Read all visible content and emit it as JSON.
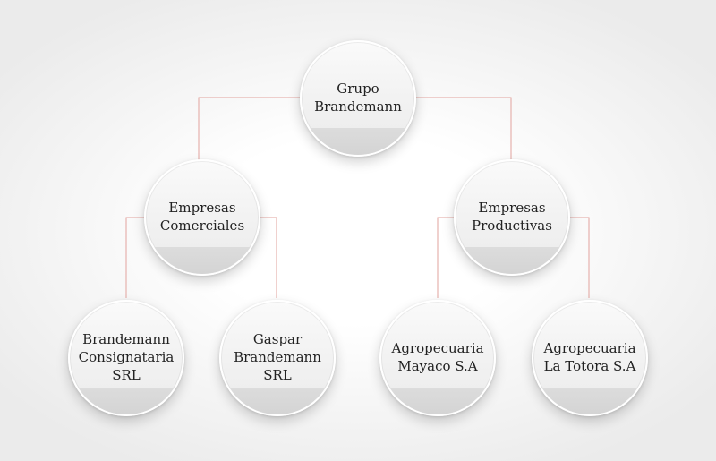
{
  "org_chart": {
    "root": {
      "label": "Grupo\nBrandemann"
    },
    "branches": [
      {
        "label": "Empresas\nComerciales",
        "children": [
          {
            "label": "Brandemann\nConsignataria\nSRL"
          },
          {
            "label": "Gaspar\nBrandemann\nSRL"
          }
        ]
      },
      {
        "label": "Empresas\nProductivas",
        "children": [
          {
            "label": "Agropecuaria\nMayaco S.A"
          },
          {
            "label": "Agropecuaria\nLa Totora S.A"
          }
        ]
      }
    ],
    "colors": {
      "connector": "#e2a39e",
      "node_fill": "#f2f2f2",
      "node_band": "#d6d6d6",
      "text": "#222222"
    }
  }
}
